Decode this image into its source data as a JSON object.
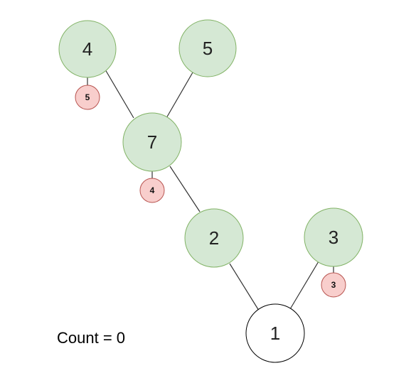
{
  "colors": {
    "green_fill": "#d5e8d4",
    "green_stroke": "#82b366",
    "white_fill": "#ffffff",
    "black_stroke": "#000000",
    "badge_fill": "#f8cecc",
    "badge_stroke": "#b85450",
    "edge": "#333333"
  },
  "nodes": {
    "n4": {
      "label": "4",
      "style": "green"
    },
    "n5": {
      "label": "5",
      "style": "green"
    },
    "n7": {
      "label": "7",
      "style": "green"
    },
    "n2": {
      "label": "2",
      "style": "green"
    },
    "n3": {
      "label": "3",
      "style": "green"
    },
    "n1": {
      "label": "1",
      "style": "white"
    }
  },
  "badges": {
    "b4": {
      "label": "5",
      "attached_to": "n4"
    },
    "b7": {
      "label": "4",
      "attached_to": "n7"
    },
    "b3": {
      "label": "3",
      "attached_to": "n3"
    }
  },
  "edges": [
    {
      "from": "n4",
      "to": "n7"
    },
    {
      "from": "n5",
      "to": "n7"
    },
    {
      "from": "n7",
      "to": "n2"
    },
    {
      "from": "n2",
      "to": "n1"
    },
    {
      "from": "n3",
      "to": "n1"
    }
  ],
  "count_text": "Count = 0"
}
